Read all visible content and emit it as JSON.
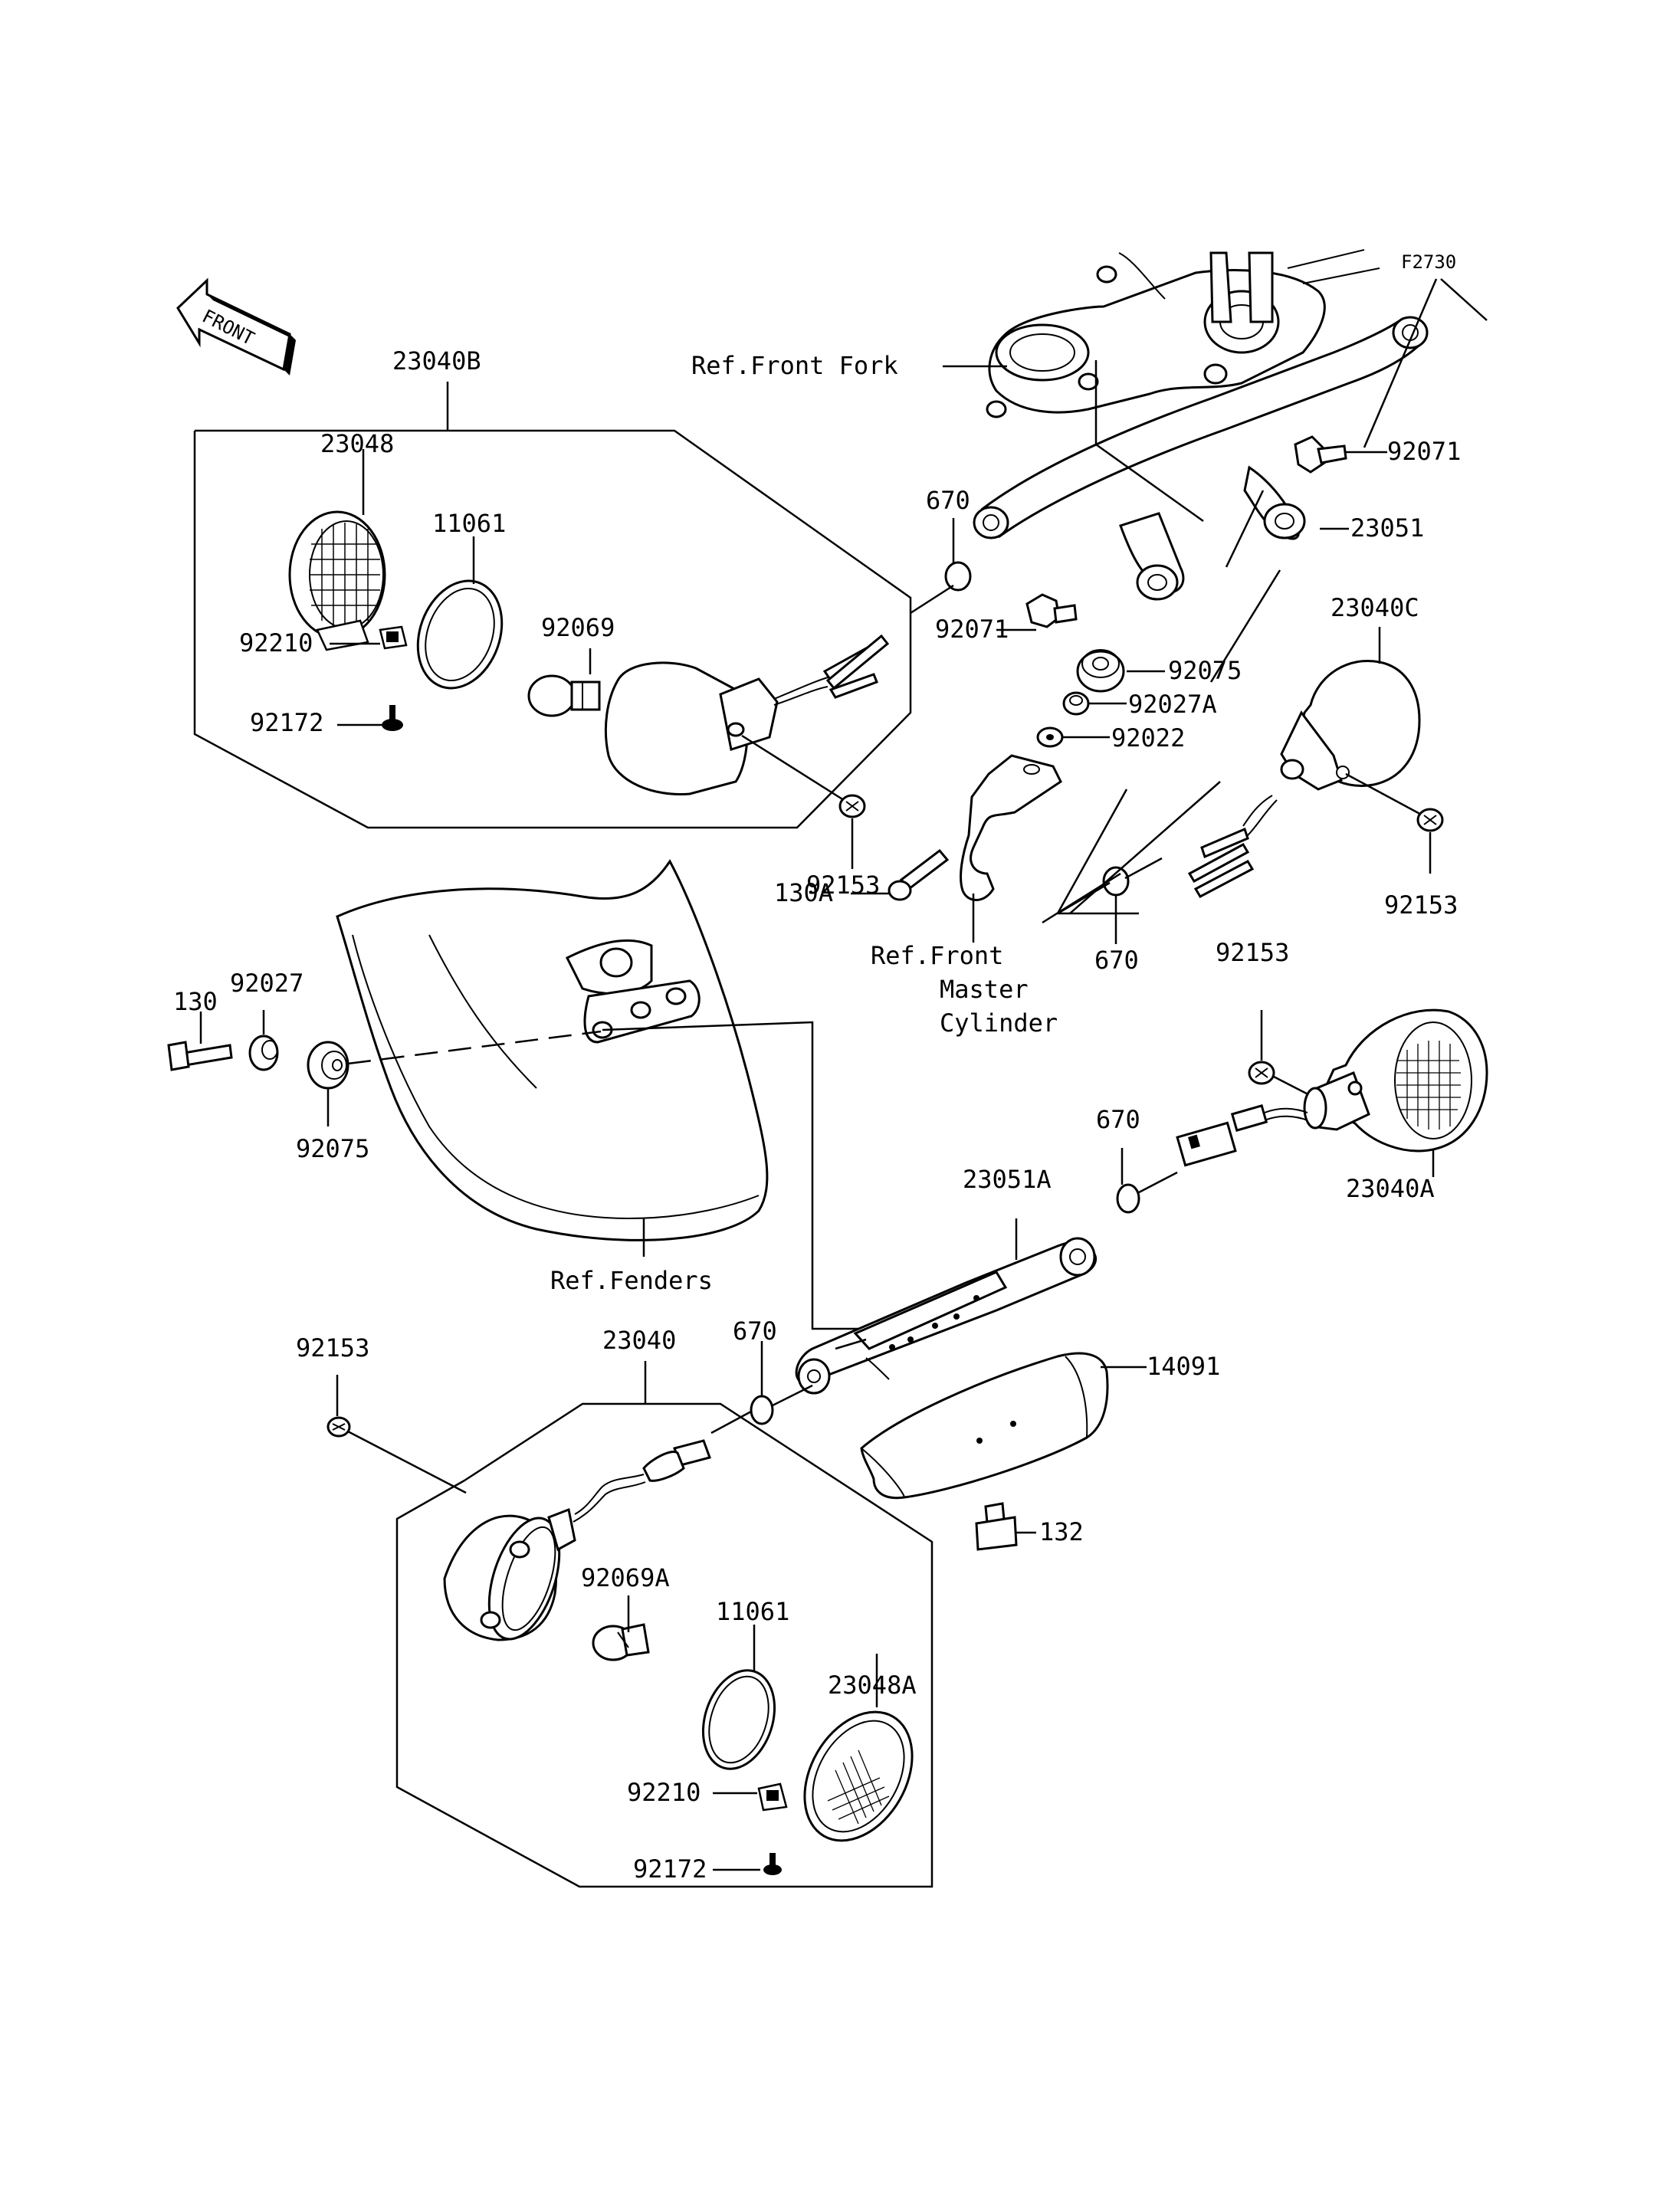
{
  "figure_id": "F2730",
  "front_arrow": "FRONT",
  "labels": {
    "l_23040B": "23040B",
    "l_23048": "23048",
    "l_11061_top": "11061",
    "l_92069": "92069",
    "l_92210_top": "92210",
    "l_92172_top": "92172",
    "l_92153_top_left": "92153",
    "l_ref_front_fork": "Ref.Front Fork",
    "l_670_top": "670",
    "l_92071_right": "92071",
    "l_23051": "23051",
    "l_92071_left": "92071",
    "l_92075_top": "92075",
    "l_92027A": "92027A",
    "l_92022": "92022",
    "l_23040C": "23040C",
    "l_92153_right": "92153",
    "l_130A": "130A",
    "l_ref_front_master_1": "Ref.Front",
    "l_ref_front_master_2": "Master",
    "l_ref_front_master_3": "Cylinder",
    "l_670_mid": "670",
    "l_130": "130",
    "l_92027": "92027",
    "l_92075_left": "92075",
    "l_92153_mid_right": "92153",
    "l_670_right": "670",
    "l_23040A": "23040A",
    "l_23051A": "23051A",
    "l_ref_fenders": "Ref.Fenders",
    "l_92153_bottom_left": "92153",
    "l_23040": "23040",
    "l_670_bottom": "670",
    "l_14091": "14091",
    "l_132": "132",
    "l_92069A": "92069A",
    "l_11061_bottom": "11061",
    "l_23048A": "23048A",
    "l_92210_bottom": "92210",
    "l_92172_bottom": "92172"
  }
}
